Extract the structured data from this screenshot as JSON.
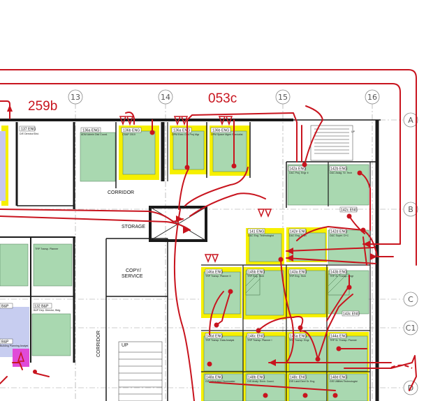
{
  "markups": {
    "cloud_left": "259b",
    "cloud_top": "053c",
    "color": "#c8141e"
  },
  "grid": {
    "columns": [
      "13",
      "14",
      "15",
      "16"
    ],
    "rows": [
      "A",
      "B",
      "C",
      "C1",
      "D"
    ]
  },
  "labels": {
    "corridor": "CORRIDOR",
    "corridor_vertical": "CORRIDOR",
    "storage": "STORAGE",
    "copy_line1": "COPY/",
    "copy_line2": "SERVICE",
    "up_left": "UP",
    "up_right": "UP"
  },
  "rooms": [
    {
      "tag": "137 ENG",
      "sub": "D/E Director/Dist."
    },
    {
      "tag": "136a ENG",
      "sub": "ADM Admin Dist Coord."
    },
    {
      "tag": "136b ENG",
      "sub": "CSAP 2019"
    },
    {
      "tag": "136a ENG",
      "sub": "DPM Exec Ops Proj Mgr"
    },
    {
      "tag": "136b ENG",
      "sub": "DPM Space Mgmt Specialist"
    },
    {
      "tag": "142a ENG",
      "sub": "D&C Proj. Engr II"
    },
    {
      "tag": "142b ENG",
      "sub": "D&C Assig. Sr. Tech"
    },
    {
      "tag": "142c ENG",
      "sub": ""
    },
    {
      "tag": "141 ENG",
      "sub": "D&C Eng. Technologist"
    },
    {
      "tag": "142e ENG",
      "sub": "D&C Eng. Tech"
    },
    {
      "tag": "142d ENG",
      "sub": "D&C Super. D+C"
    },
    {
      "tag": "146a ENG",
      "sub": "TRP Transp. Planner II"
    },
    {
      "tag": "145b ENG",
      "sub": "TRP Eng. Tech"
    },
    {
      "tag": "143a ENG",
      "sub": "TRP Eng. Tech"
    },
    {
      "tag": "143b ENG",
      "sub": "TRP Sr. Transp. Engr"
    },
    {
      "tag": "143c ENG",
      "sub": ""
    },
    {
      "tag": "146d ENG",
      "sub": "TRP Transp. Data Analyst"
    },
    {
      "tag": "146c ENG",
      "sub": "TRP Transp. Planner I"
    },
    {
      "tag": "145a ENG",
      "sub": "TRP Transp. Engr"
    },
    {
      "tag": "144a ENG",
      "sub": "TRP Sr. Transp. Planner"
    },
    {
      "tag": "148a ENG",
      "sub": "GIS Integrated Stormwater"
    },
    {
      "tag": "148b ENG",
      "sub": "GIS Analy. Envir. Coord."
    },
    {
      "tag": "148c ENG",
      "sub": "GIS Land Devt Sr. Eng"
    },
    {
      "tag": "148d ENG",
      "sub": "GIS Utilities Technologist"
    },
    {
      "tag": "B&P",
      "sub": ""
    },
    {
      "tag": "132 B&P",
      "sub": "B&P Dep. Director, Bldg."
    },
    {
      "tag": "B&P",
      "sub": "Building Planning Analyst"
    },
    {
      "tag": "TRP Transp. Planner",
      "sub": ""
    }
  ]
}
